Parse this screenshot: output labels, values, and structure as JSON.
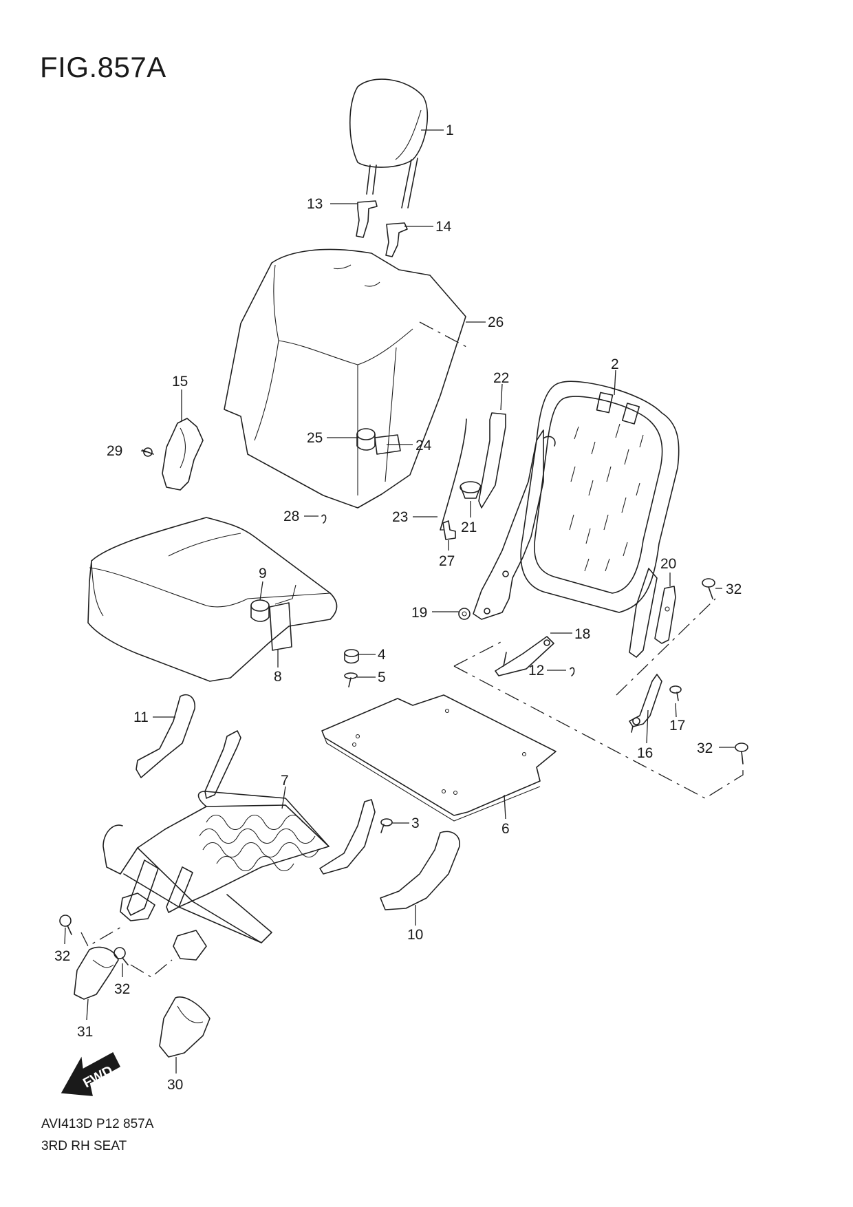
{
  "figure": {
    "title": "FIG.857A",
    "code": "AVI413D P12 857A",
    "description": "3RD RH SEAT"
  },
  "fwd_label": "FWD",
  "callouts": [
    "1",
    "2",
    "3",
    "4",
    "5",
    "6",
    "7",
    "8",
    "9",
    "10",
    "11",
    "12",
    "13",
    "14",
    "15",
    "16",
    "17",
    "18",
    "19",
    "20",
    "21",
    "22",
    "23",
    "24",
    "25",
    "26",
    "27",
    "28",
    "29",
    "30",
    "31",
    "32"
  ]
}
